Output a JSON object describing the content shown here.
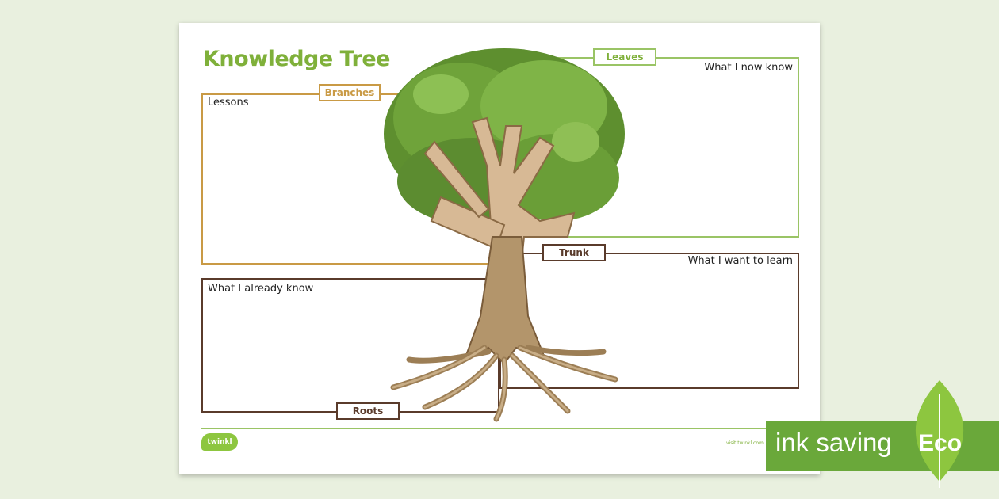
{
  "worksheet": {
    "title": "Knowledge Tree",
    "boxes": {
      "lessons": "Lessons",
      "leaves": "What I now know",
      "already": "What I already know",
      "want": "What I want to learn"
    },
    "labels": {
      "branches": "Branches",
      "leaves": "Leaves",
      "trunk": "Trunk",
      "roots": "Roots"
    },
    "logo": "twinkl",
    "footer_url": "visit twinkl.com"
  },
  "badge": {
    "text": "ink saving",
    "eco": "Eco"
  },
  "colors": {
    "background": "#e9f0df",
    "title": "#7fb03a",
    "branches": "#c99a45",
    "leaves": "#9ac465",
    "trunk_roots": "#5a3b2b",
    "eco": "#6aa83a"
  },
  "icons": [
    "tree-illustration",
    "leaf-icon"
  ]
}
